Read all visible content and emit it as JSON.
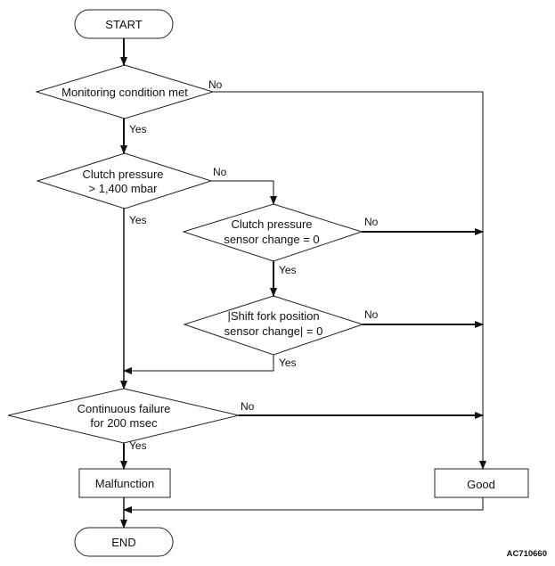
{
  "nodes": {
    "start": "START",
    "monitoring": "Monitoring condition met",
    "clutch_pressure_1": "Clutch pressure",
    "clutch_pressure_2": "> 1,400 mbar",
    "sensor_change_1": "Clutch pressure",
    "sensor_change_2": "sensor change = 0",
    "shift_fork_1": "|Shift fork position",
    "shift_fork_2": "sensor change| = 0",
    "continuous_1": "Continuous failure",
    "continuous_2": "for 200 msec",
    "malfunction": "Malfunction",
    "good": "Good",
    "end": "END"
  },
  "labels": {
    "no": "No",
    "yes": "Yes"
  },
  "figure_code": "AC710660"
}
